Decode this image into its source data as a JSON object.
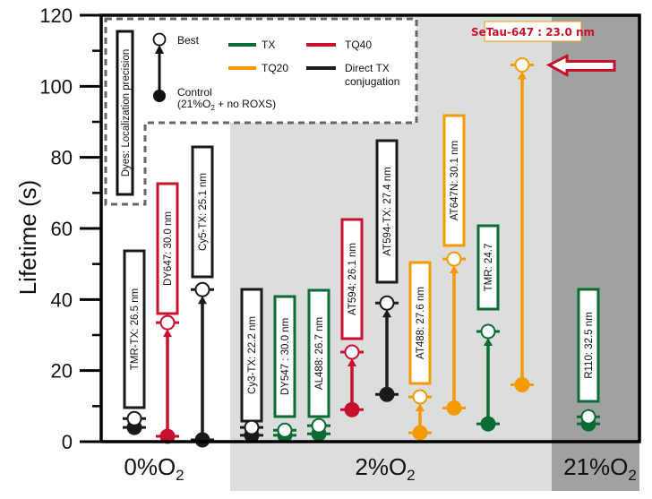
{
  "chart_data": {
    "type": "scatter",
    "title": "",
    "xlabel": "",
    "ylabel": "Lifetime (s)",
    "ylim": [
      0,
      120
    ],
    "yticks_major": [
      0,
      20,
      40,
      60,
      80,
      100,
      120
    ],
    "yticks_minor": [
      10,
      30,
      50,
      70,
      90,
      110
    ],
    "grid": false,
    "conditions": [
      {
        "id": "o0",
        "label": "0%O",
        "sub": "2",
        "background": "#ffffff"
      },
      {
        "id": "o2",
        "label": "2%O",
        "sub": "2",
        "background": "#dcdedd"
      },
      {
        "id": "o21",
        "label": "21%O",
        "sub": "2",
        "background": "#a0a2a1"
      }
    ],
    "series_colors": {
      "TX": "#0b6b35",
      "TQ40": "#c8102e",
      "TQ20": "#f59a00",
      "Direct TX conjugation": "#1a1a1a"
    },
    "legend": {
      "side_box": "Dyes: Localization precision",
      "best": "Best",
      "control_line1": "Control",
      "control_line2_a": "(21%O",
      "control_line2_sub": "2",
      "control_line2_b": " + no ROXS)",
      "entries": [
        {
          "name": "TX",
          "color": "#0b6b35"
        },
        {
          "name": "TQ40",
          "color": "#c8102e"
        },
        {
          "name": "TQ20",
          "color": "#f59a00"
        },
        {
          "name": "Direct TX",
          "name2": "conjugation",
          "color": "#1a1a1a"
        }
      ]
    },
    "points": [
      {
        "dye": "TMR-TX",
        "label": "TMR-TX: 26.5 nm",
        "condition": "o0",
        "group": "Direct TX conjugation",
        "control": 4.0,
        "best": 6.5
      },
      {
        "dye": "DY647",
        "label": "DY647: 30.0 nm",
        "condition": "o0",
        "group": "TQ40",
        "control": 1.5,
        "best": 33.5
      },
      {
        "dye": "Cy5-TX",
        "label": "Cy5-TX: 25.1 nm",
        "condition": "o0",
        "group": "Direct TX conjugation",
        "control": 0.5,
        "best": 42.8
      },
      {
        "dye": "Cy3-TX",
        "label": "Cy3-TX: 22.2 nm",
        "condition": "o2",
        "group": "Direct TX conjugation",
        "control": 1.8,
        "best": 4.0
      },
      {
        "dye": "DY547",
        "label": "DY547 : 30.0 nm",
        "condition": "o2",
        "group": "TX",
        "control": 1.8,
        "best": 3.2
      },
      {
        "dye": "AL488",
        "label": "AL488: 26.7 nm",
        "condition": "o2",
        "group": "TX",
        "control": 2.2,
        "best": 4.5
      },
      {
        "dye": "AT594",
        "label": "AT594: 26.1 nm",
        "condition": "o2",
        "group": "TQ40",
        "control": 9.0,
        "best": 25.2
      },
      {
        "dye": "AT594-TX",
        "label": "AT594-TX: 27.4 nm",
        "condition": "o2",
        "group": "Direct TX conjugation",
        "control": 13.3,
        "best": 39.0
      },
      {
        "dye": "AT488",
        "label": "AT488: 27.6 nm",
        "condition": "o2",
        "group": "TQ20",
        "control": 2.5,
        "best": 12.6
      },
      {
        "dye": "AT647N",
        "label": "AT647N: 30.1 nm",
        "condition": "o2",
        "group": "TQ20",
        "control": 9.5,
        "best": 51.4
      },
      {
        "dye": "TMR",
        "label": "TMR: 24.7",
        "condition": "o2",
        "group": "TX",
        "control": 5.0,
        "best": 31.0
      },
      {
        "dye": "SeTau-647",
        "label": "SeTau-647 : 23.0 nm",
        "condition": "o2",
        "group": "TQ20",
        "control": 16.0,
        "best": 106.0,
        "highlighted": true
      },
      {
        "dye": "R110",
        "label": "R110: 32.5 nm",
        "condition": "o21",
        "group": "TX",
        "control": 5.0,
        "best": 7.0
      }
    ]
  }
}
